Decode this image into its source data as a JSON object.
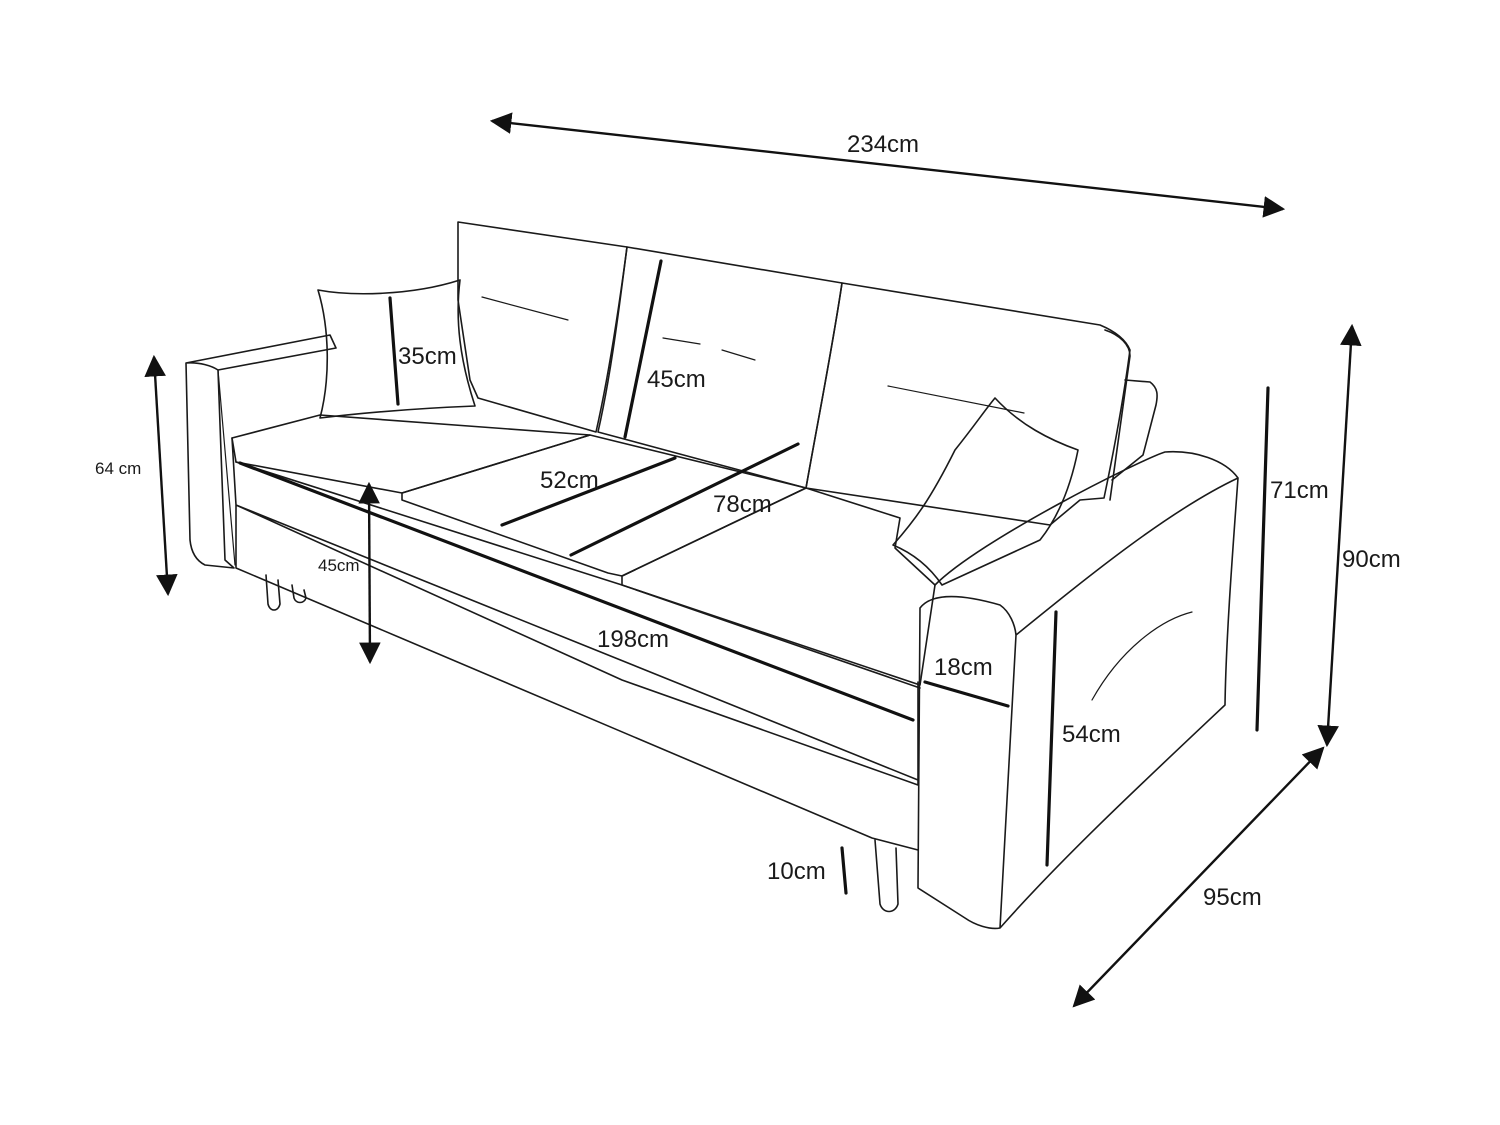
{
  "dimensions": {
    "total_width": "234cm",
    "total_height": "90cm",
    "depth": "95cm",
    "back_height": "71cm",
    "arm_height_left": "64 cm",
    "seat_height": "45cm",
    "pillow": "35cm",
    "backrest_cushion": "45cm",
    "seat_cushion_depth": "52cm",
    "seat_depth": "78cm",
    "seat_width": "198cm",
    "arm_width": "18cm",
    "arm_height": "54cm",
    "leg_height": "10cm"
  }
}
